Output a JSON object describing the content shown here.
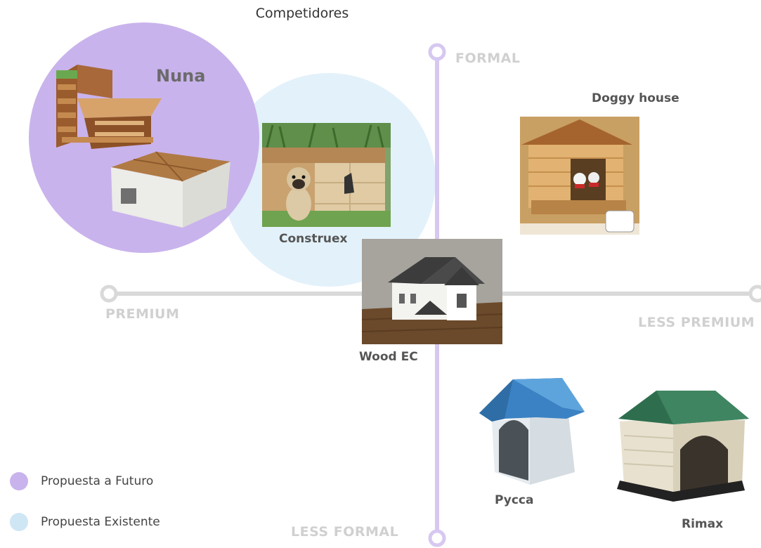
{
  "title": "Competidores",
  "axes": {
    "top": "FORMAL",
    "bottom": "LESS FORMAL",
    "left": "PREMIUM",
    "right": "LESS PREMIUM"
  },
  "brands": {
    "nuna": "Nuna",
    "construex": "Construex",
    "doggy": "Doggy house",
    "wood": "Wood EC",
    "pycca": "Pycca",
    "rimax": "Rimax"
  },
  "legend": [
    {
      "label": "Propuesta a Futuro",
      "color": "#c9b3ec"
    },
    {
      "label": "Propuesta Existente",
      "color": "#cfe6f5"
    }
  ],
  "colors": {
    "future": "#c9b3ec",
    "existing": "#e3f1fa",
    "axis_vertical": "#d6c8f0",
    "axis_horizontal": "#d9d9d9"
  }
}
